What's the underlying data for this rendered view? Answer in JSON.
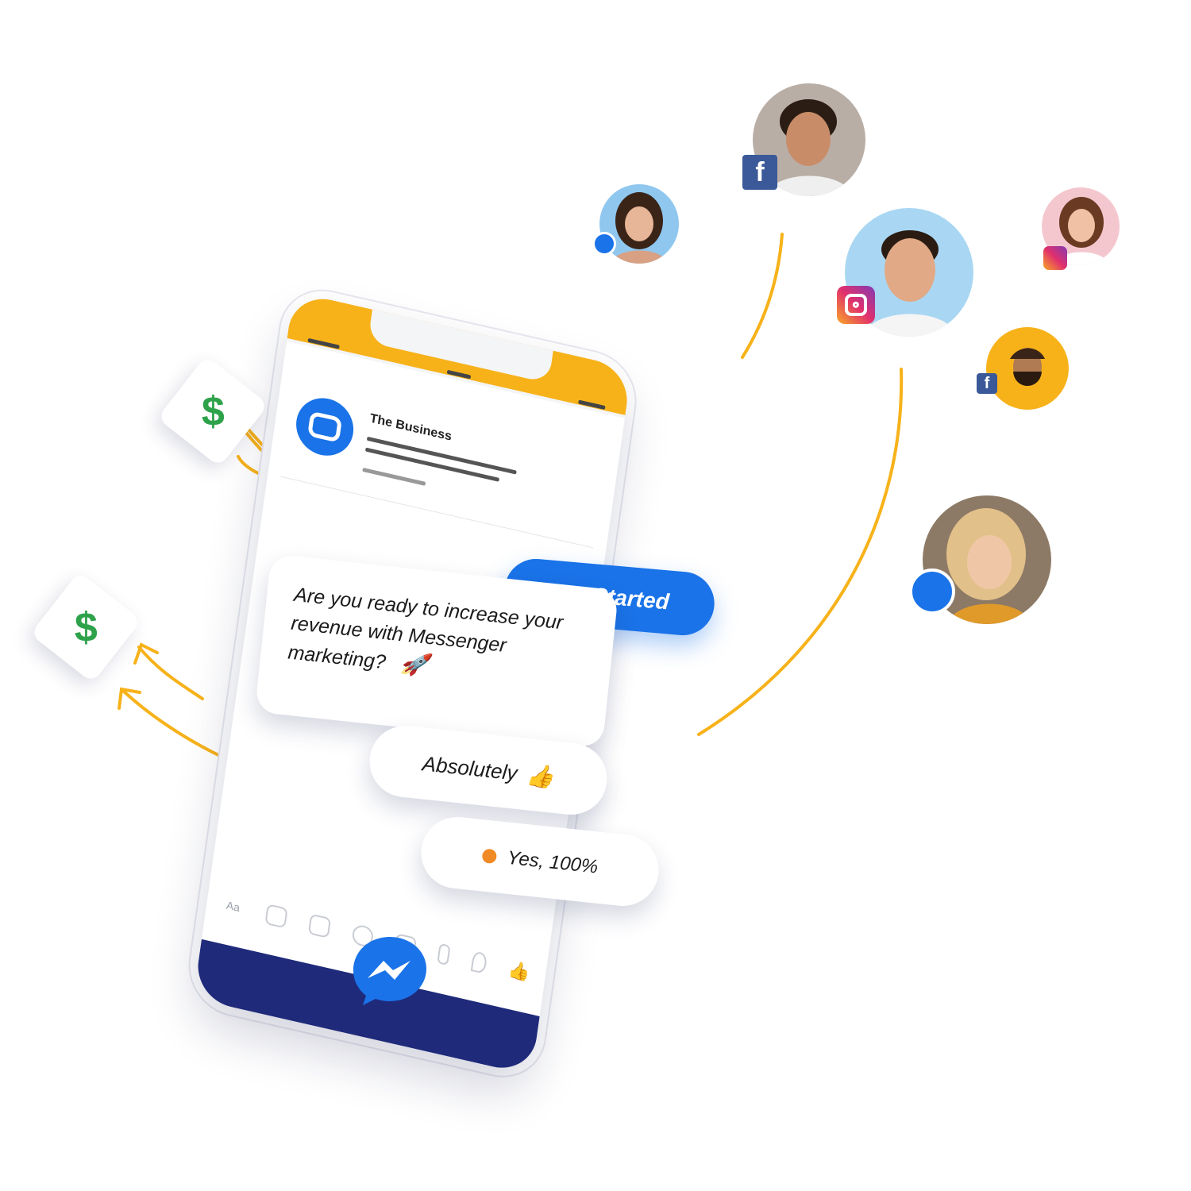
{
  "colors": {
    "accent_yellow": "#f7b21a",
    "messenger_blue": "#1a73e8",
    "panel_navy": "#1f2a7a",
    "dollar_green": "#2ea24a",
    "facebook_blue": "#3b5998"
  },
  "phone": {
    "header": {
      "business_name": "The Business"
    },
    "composer": {
      "text_label": "Aa",
      "icons": [
        "text-icon",
        "camera-icon",
        "image-icon",
        "emoji-icon",
        "gif-icon",
        "mic-icon",
        "location-icon",
        "thumbs-up-icon"
      ],
      "like_symbol": "👍"
    },
    "bottom_logo": "messenger-logo-icon"
  },
  "chat": {
    "cta_button": "Get Started",
    "bot_message": "Are you ready to increase your revenue with Messenger marketing?",
    "bot_message_emoji": "🚀",
    "reply_1": "Absolutely",
    "reply_1_emoji": "👍",
    "reply_2": "Yes, 100%"
  },
  "dollar_tags": [
    {
      "symbol": "$"
    },
    {
      "symbol": "$"
    }
  ],
  "contacts": [
    {
      "icon": "person-avatar",
      "badge": "messenger-badge-icon"
    },
    {
      "icon": "person-avatar",
      "badge": "facebook-badge-icon",
      "badge_text": "f"
    },
    {
      "icon": "person-avatar",
      "badge": "instagram-badge-icon"
    },
    {
      "icon": "person-avatar",
      "badge": "instagram-badge-icon"
    },
    {
      "icon": "person-avatar",
      "badge": "facebook-badge-icon",
      "badge_text": "f"
    },
    {
      "icon": "person-avatar",
      "badge": "messenger-badge-icon"
    }
  ]
}
